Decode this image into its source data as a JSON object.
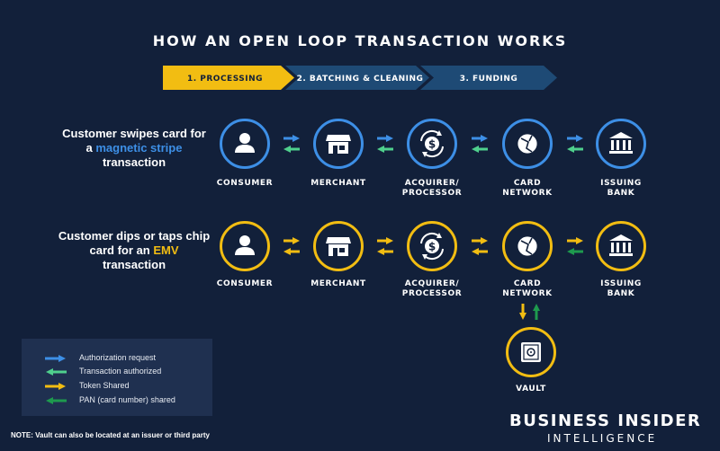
{
  "title": "HOW AN OPEN LOOP TRANSACTION WORKS",
  "steps": [
    {
      "label": "1. PROCESSING",
      "active": true
    },
    {
      "label": "2. BATCHING & CLEANING",
      "active": false
    },
    {
      "label": "3. FUNDING",
      "active": false
    }
  ],
  "rows": [
    {
      "caption_pre": "Customer swipes card for a ",
      "caption_highlight": "magnetic stripe",
      "caption_post": " transaction",
      "highlight_color": "#3d8fe6"
    },
    {
      "caption_pre": "Customer dips or taps chip card for an ",
      "caption_highlight": "EMV",
      "caption_post": " transaction",
      "highlight_color": "#f2bd12"
    }
  ],
  "nodes": [
    {
      "label": "CONSUMER",
      "icon": "person-icon"
    },
    {
      "label": "MERCHANT",
      "icon": "storefront-icon"
    },
    {
      "label": "ACQUIRER/\nPROCESSOR",
      "icon": "dollar-exchange-icon"
    },
    {
      "label": "CARD\nNETWORK",
      "icon": "globe-icon"
    },
    {
      "label": "ISSUING\nBANK",
      "icon": "bank-icon"
    }
  ],
  "vault": {
    "label": "VAULT",
    "icon": "safe-icon"
  },
  "legend": [
    {
      "color": "#3d8fe6",
      "text": "Authorization request"
    },
    {
      "color": "#4fd08d",
      "text": "Transaction authorized"
    },
    {
      "color": "#f2bd12",
      "text": "Token Shared"
    },
    {
      "color": "#1e9a4e",
      "text": "PAN (card number) shared"
    }
  ],
  "note": "NOTE: Vault can also be located at an issuer or third party",
  "brand": {
    "line1": "BUSINESS INSIDER",
    "line2": "INTELLIGENCE"
  },
  "colors": {
    "background": "#12203a",
    "blue": "#3d8fe6",
    "light_green": "#4fd08d",
    "yellow": "#f2bd12",
    "dark_green": "#1e9a4e",
    "step_active": "#f2bd12",
    "step_inactive": "#1e4a75"
  }
}
